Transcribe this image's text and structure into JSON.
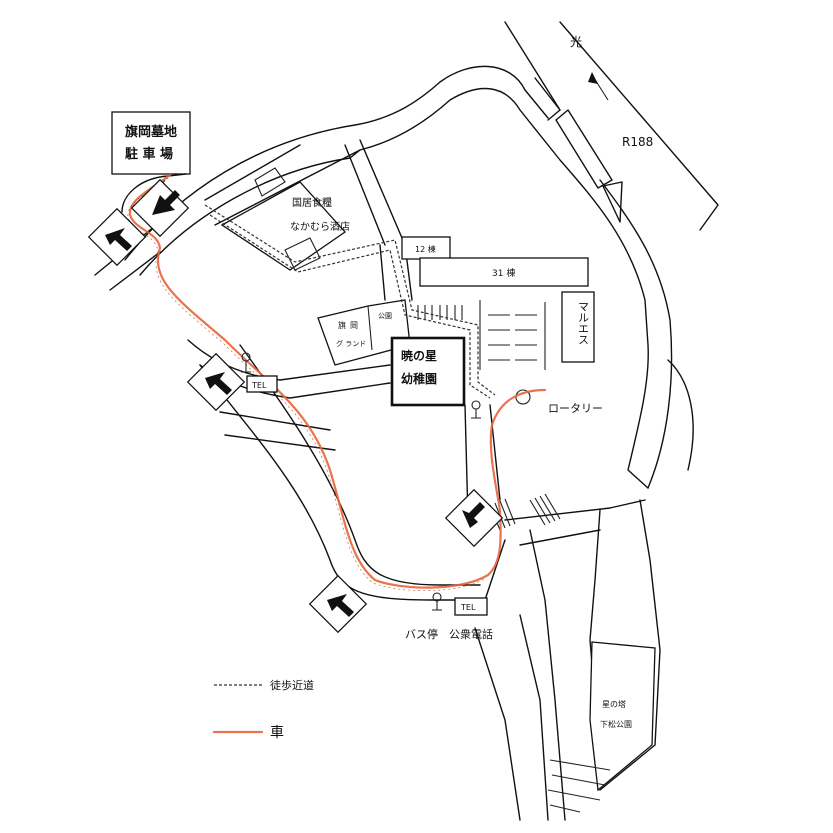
{
  "labels": {
    "parking_line1": "旗岡墓地",
    "parking_line2": "駐 車 場",
    "north_label": "光",
    "route_label": "R188",
    "shop1": "国居食糧",
    "shop2": "なかむら酒店",
    "bldg12": "12 棟",
    "bldg31": "31 棟",
    "marues": "マルエス",
    "hataoka1": "旗",
    "hataoka2": "岡",
    "ground": "グ ランド",
    "park_small": "公園",
    "kindergarten_line1": "暁の星",
    "kindergarten_line2": "幼稚園",
    "rotary": "ロータリー",
    "tel1": "TEL",
    "tel2": "TEL",
    "bus_stop": "バス停　公衆電話",
    "park_big1": "星の塔",
    "park_big2": "下松公園"
  },
  "legend": {
    "walk_label": "徒歩近道",
    "car_label": "車"
  },
  "colors": {
    "car_route": "#e8643a",
    "walk_route": "#333333",
    "ink": "#111111"
  },
  "icons": [
    "direction-arrow-icon",
    "public-phone-icon",
    "rotary-circle-icon"
  ]
}
